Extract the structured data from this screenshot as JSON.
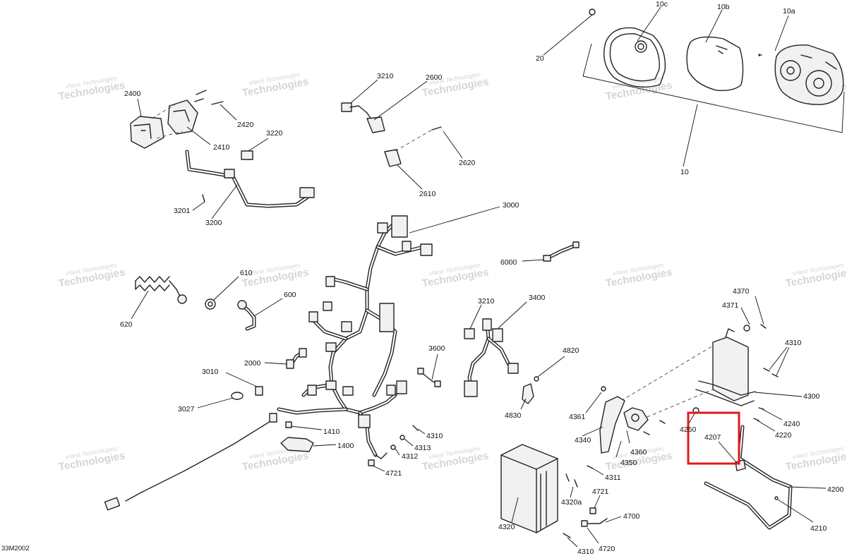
{
  "diagram": {
    "drawing_code": "33M2002",
    "watermark_small": "vNext Technologies",
    "watermark_large": "Technologies",
    "highlight_color": "#e01818",
    "highlighted_callout": "4207",
    "callouts": {
      "c10": "10",
      "c10a": "10a",
      "c10b": "10b",
      "c10c": "10c",
      "c20": "20",
      "c2400": "2400",
      "c2410": "2410",
      "c2420": "2420",
      "c3220": "3220",
      "c3201": "3201",
      "c3200": "3200",
      "c3210a": "3210",
      "c2600": "2600",
      "c2620": "2620",
      "c2610": "2610",
      "c3000": "3000",
      "c6000": "6000",
      "c610": "610",
      "c600": "600",
      "c620": "620",
      "c3210b": "3210",
      "c3400": "3400",
      "c2000": "2000",
      "c3600": "3600",
      "c4820": "4820",
      "c3010": "3010",
      "c3027": "3027",
      "c4830": "4830",
      "c1410": "1410",
      "c1400": "1400",
      "c4310a": "4310",
      "c4313": "4313",
      "c4312": "4312",
      "c4721a": "4721",
      "c4370": "4370",
      "c4371": "4371",
      "c4310b": "4310",
      "c4300": "4300",
      "c4361": "4361",
      "c4240": "4240",
      "c4250": "4250",
      "c4220": "4220",
      "c4340": "4340",
      "c4207": "4207",
      "c4360": "4360",
      "c4350": "4350",
      "c4311": "4311",
      "c4200": "4200",
      "c4721b": "4721",
      "c4320a": "4320a",
      "c4700": "4700",
      "c4320": "4320",
      "c4210": "4210",
      "c4720": "4720",
      "c4310c": "4310"
    }
  }
}
